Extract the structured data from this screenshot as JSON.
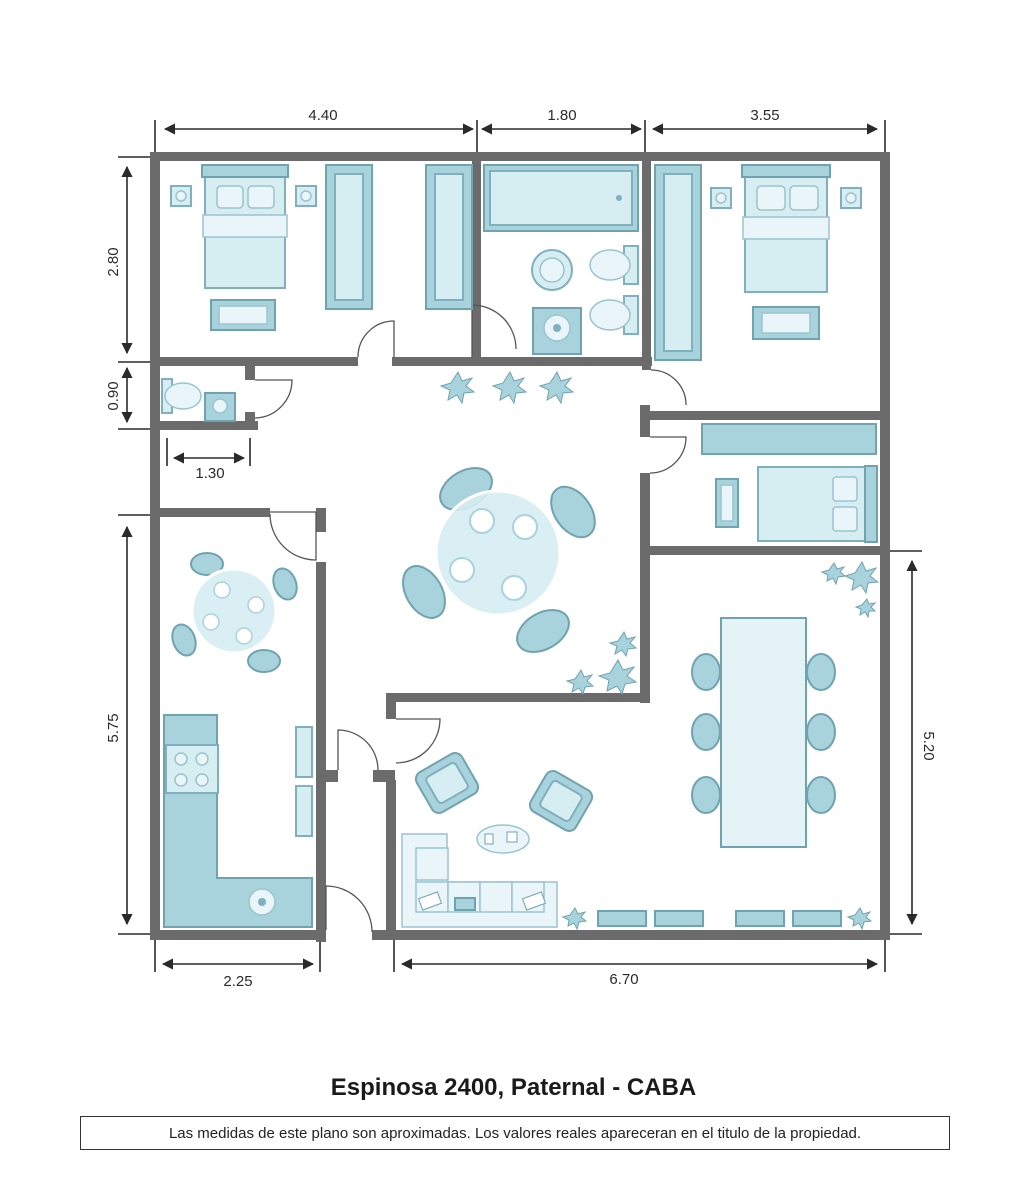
{
  "plan": {
    "title": "Espinosa 2400, Paternal  - CABA",
    "disclaimer": "Las medidas de este plano son aproximadas. Los valores reales apareceran en el titulo de la propiedad.",
    "dimensions": {
      "top_left": "4.40",
      "top_mid": "1.80",
      "top_right": "3.55",
      "left_upper": "2.80",
      "left_small": "0.90",
      "small_bath_width": "1.30",
      "left_lower": "5.75",
      "right_lower": "5.20",
      "bottom_left": "2.25",
      "bottom_right": "6.70"
    }
  }
}
